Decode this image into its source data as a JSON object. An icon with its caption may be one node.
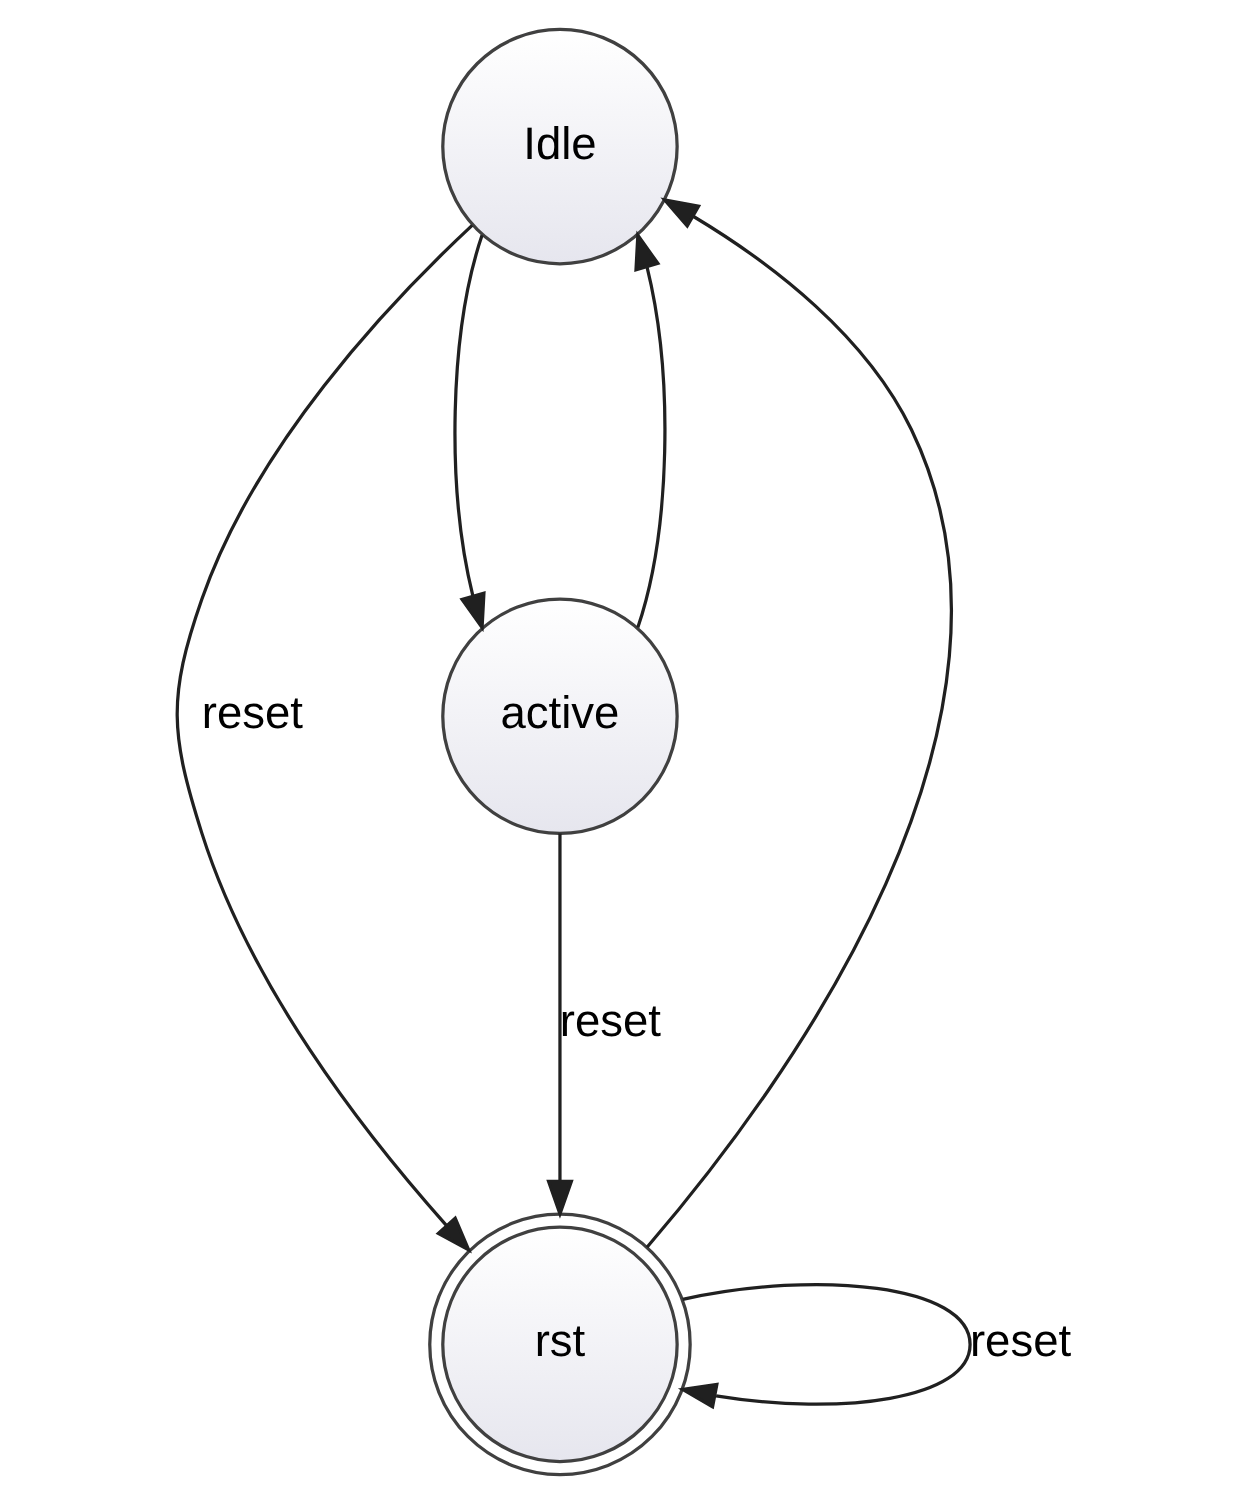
{
  "diagram": {
    "nodes": [
      {
        "text": [
          "Idle"
        ]
      },
      {
        "text": [
          "rst"
        ]
      },
      {
        "text": [
          "active"
        ]
      }
    ],
    "edges": [
      {
        "from": 0,
        "to": 1,
        "arrow": "to",
        "label": "reset"
      },
      {
        "from": 1,
        "to": 0,
        "arrow": "to"
      },
      {
        "from": 1,
        "to": 1,
        "arrow": "to",
        "label": "reset"
      },
      {
        "from": 0,
        "to": 2,
        "arrow": "to"
      },
      {
        "from": 2,
        "to": 0,
        "arrow": "to"
      },
      {
        "from": 2,
        "to": 1,
        "arrow": "to",
        "label": "reset"
      }
    ]
  }
}
